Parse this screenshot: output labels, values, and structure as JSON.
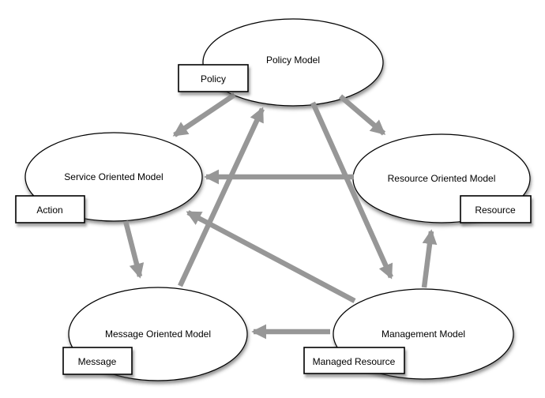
{
  "diagram": {
    "background_color": "#ffffff",
    "colors": {
      "arrow": "#979797",
      "node_fill": "#ffffff",
      "node_stroke": "#000000",
      "text": "#000000"
    },
    "nodes": [
      {
        "id": "policy-model",
        "label": "Policy Model",
        "tag": "Policy"
      },
      {
        "id": "service-oriented-model",
        "label": "Service Oriented Model",
        "tag": "Action"
      },
      {
        "id": "resource-oriented-model",
        "label": "Resource Oriented Model",
        "tag": "Resource"
      },
      {
        "id": "message-oriented-model",
        "label": "Message Oriented Model",
        "tag": "Message"
      },
      {
        "id": "management-model",
        "label": "Management Model",
        "tag": "Managed Resource"
      }
    ],
    "edges": [
      {
        "from": "Policy Model",
        "to": "Service Oriented Model"
      },
      {
        "from": "Policy Model",
        "to": "Resource Oriented Model"
      },
      {
        "from": "Policy Model",
        "to": "Management Model"
      },
      {
        "from": "Message Oriented Model",
        "to": "Policy Model"
      },
      {
        "from": "Resource Oriented Model",
        "to": "Service Oriented Model"
      },
      {
        "from": "Management Model",
        "to": "Service Oriented Model"
      },
      {
        "from": "Service Oriented Model",
        "to": "Message Oriented Model"
      },
      {
        "from": "Management Model",
        "to": "Message Oriented Model"
      },
      {
        "from": "Management Model",
        "to": "Resource Oriented Model"
      }
    ]
  }
}
